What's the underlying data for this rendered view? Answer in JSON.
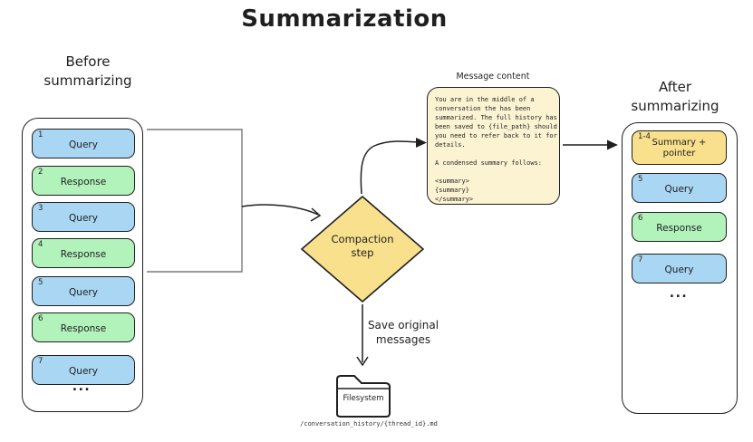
{
  "title": "Summarization",
  "before": {
    "heading": "Before\nsummarizing",
    "items": [
      {
        "num": "1",
        "label": "Query"
      },
      {
        "num": "2",
        "label": "Response"
      },
      {
        "num": "3",
        "label": "Query"
      },
      {
        "num": "4",
        "label": "Response"
      },
      {
        "num": "5",
        "label": "Query"
      },
      {
        "num": "6",
        "label": "Response"
      },
      {
        "num": "7",
        "label": "Query"
      }
    ],
    "ellipsis": "..."
  },
  "compaction": {
    "label": "Compaction\nstep"
  },
  "message_content": {
    "caption": "Message content",
    "body": "You are in the middle of a\nconversation the has been\nsummarized. The full history has\nbeen saved to {file_path} should\nyou need to refer back to it for\ndetails.\n\nA condensed summary follows:\n\n<summary>\n{summary}\n</summary>"
  },
  "after": {
    "heading": "After\nsummarizing",
    "items": [
      {
        "num": "1-4",
        "label": "Summary +\npointer"
      },
      {
        "num": "5",
        "label": "Query"
      },
      {
        "num": "6",
        "label": "Response"
      },
      {
        "num": "7",
        "label": "Query"
      }
    ],
    "ellipsis": "..."
  },
  "save_arrow_label": "Save original\nmessages",
  "filesystem": {
    "label": "Filesystem",
    "path": "/conversation_history/{thread_id}.md"
  },
  "colors": {
    "query_blue": "#a9d6f3",
    "response_green": "#b2f2bb",
    "compaction_yellow": "#f9e08d",
    "message_cream": "#fcf3d2",
    "ink": "#1f1f1f",
    "bracket_gray": "#7a7a7a"
  }
}
